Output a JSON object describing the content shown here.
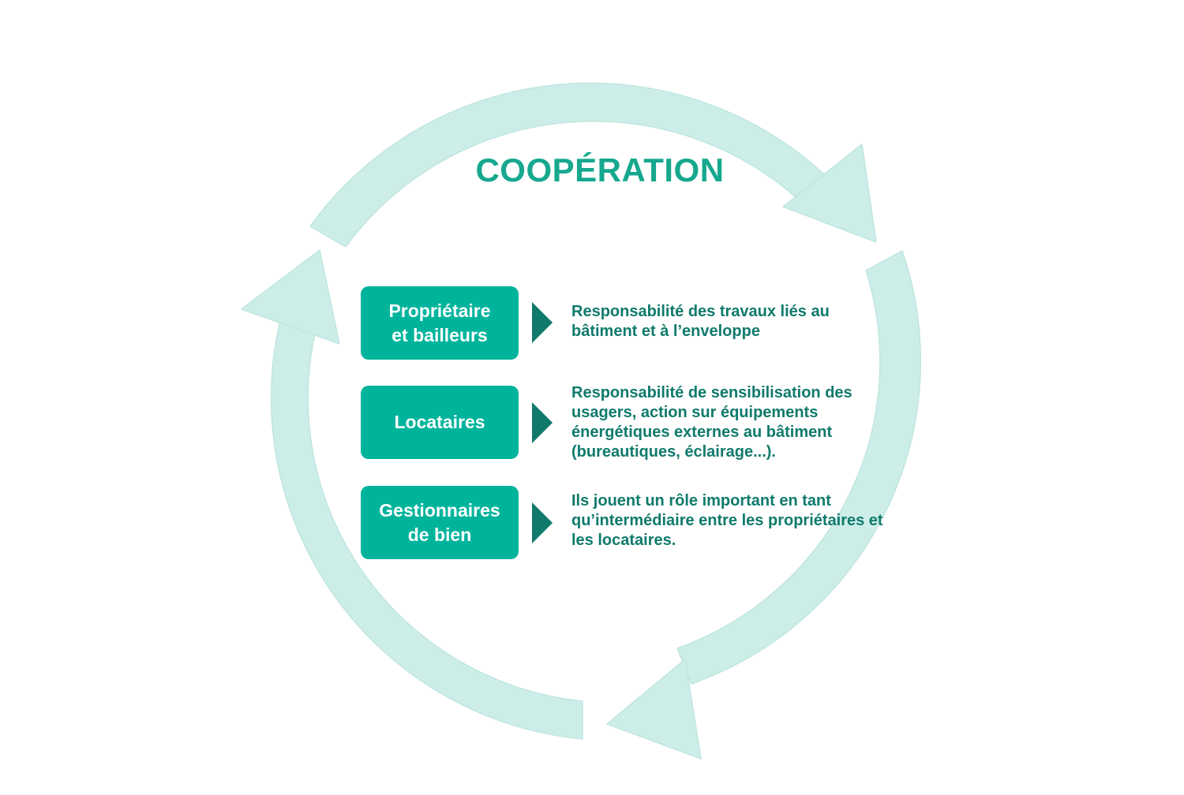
{
  "title": "COOPÉRATION",
  "colors": {
    "ring": "#cdeee8",
    "title": "#16a88e",
    "box": "#00b49c",
    "box_text": "#ffffff",
    "pointer": "#0f7a6c",
    "description": "#0f7a6c"
  },
  "roles": [
    {
      "label": "Propriétaire\net bailleurs",
      "description": "Responsabilité des travaux liés au bâtiment et à l’enveloppe"
    },
    {
      "label": "Locataires",
      "description": "Responsabilité de sensibilisation des usagers, action sur équipements énergétiques externes au bâtiment (bureautiques, éclairage...)."
    },
    {
      "label": "Gestionnaires\nde bien",
      "description": "Ils jouent un rôle important en tant qu’intermédiaire entre les propriétaires et les locataires."
    }
  ],
  "cycle_icon": "circular-arrows-icon"
}
